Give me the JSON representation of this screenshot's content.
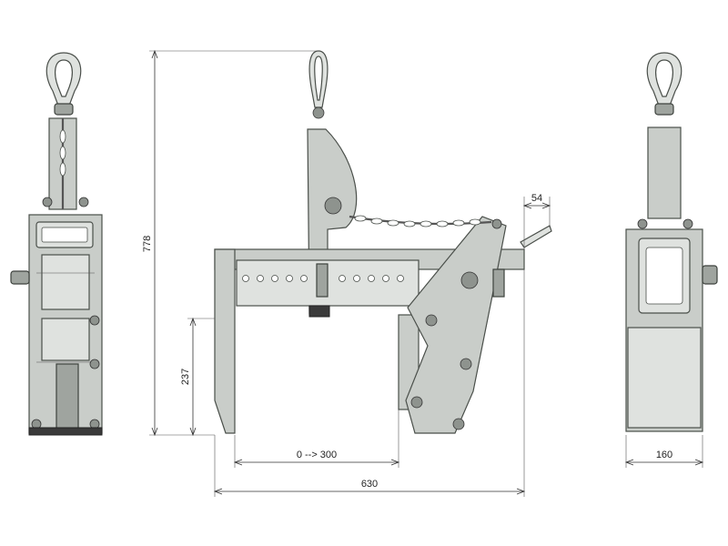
{
  "dimensions": {
    "overall_height": "778",
    "jaw_height": "237",
    "top_width": "54",
    "adjust_range": "0 --> 300",
    "overall_length": "630",
    "side_width": "160"
  },
  "colors": {
    "metal": "#c9cdc9",
    "rubber_pad": "#3a3a3a",
    "background": "#ffffff"
  },
  "views": [
    "front-view",
    "side-elevation-view",
    "end-view"
  ]
}
